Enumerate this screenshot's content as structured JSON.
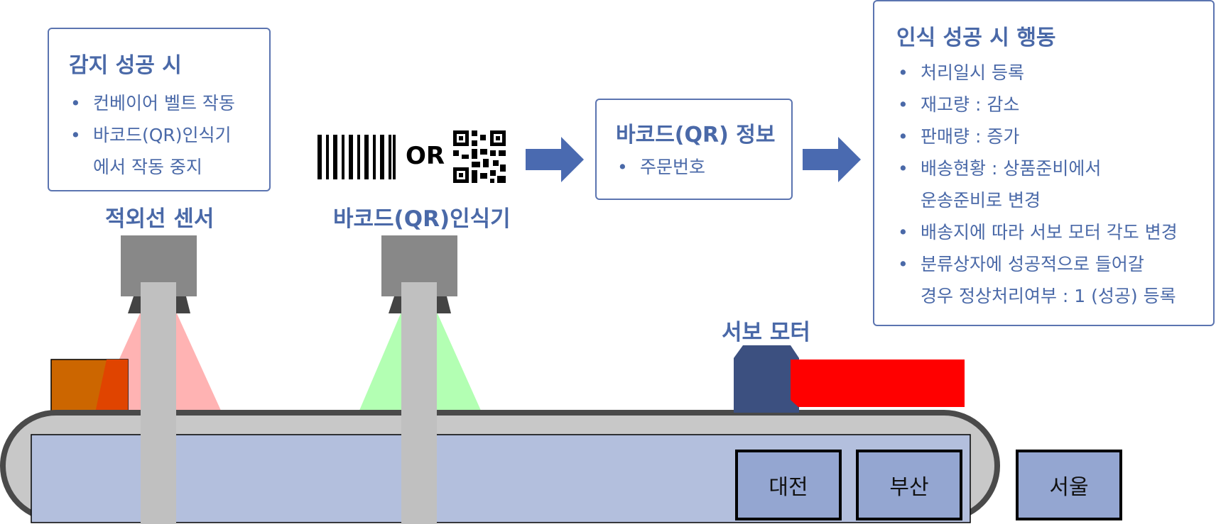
{
  "detect_box": {
    "title": "감지 성공 시",
    "items": [
      "컨베이어 벨트 작동",
      "바코드(QR)인식기",
      "에서 작동 중지"
    ]
  },
  "labels": {
    "ir_sensor": "적외선 센서",
    "barcode_reader": "바코드(QR)인식기",
    "or": "OR",
    "servo_motor": "서보 모터"
  },
  "info_box": {
    "title": "바코드(QR) 정보",
    "items": [
      "주문번호"
    ]
  },
  "action_box": {
    "title": "인식 성공 시  행동",
    "items": [
      {
        "line1": "처리일시 등록"
      },
      {
        "line1": "재고량 : 감소"
      },
      {
        "line1": "판매량 : 증가"
      },
      {
        "line1": "배송현황  : 상품준비에서",
        "line2": "운송준비로 변경"
      },
      {
        "line1": "배송지에 따라 서보 모터 각도 변경"
      },
      {
        "line1": "분류상자에 성공적으로 들어갈",
        "line2": "경우 정상처리여부 : 1 (성공) 등록"
      }
    ]
  },
  "destinations": [
    "대전",
    "부산",
    "서울"
  ],
  "colors": {
    "accent": "#4a69a8",
    "arrow": "#4a6ab0",
    "belt_fill": "#b3bfdd",
    "belt_outline": "#4a4a4a",
    "sensor_body": "#888888",
    "ir_beam": "#ffb3b3",
    "scan_beam": "#b3ffb3",
    "package": "#cc6600",
    "servo": "#3c5080",
    "servo_arm": "#ff0000",
    "city_box": "#94a6d1"
  }
}
